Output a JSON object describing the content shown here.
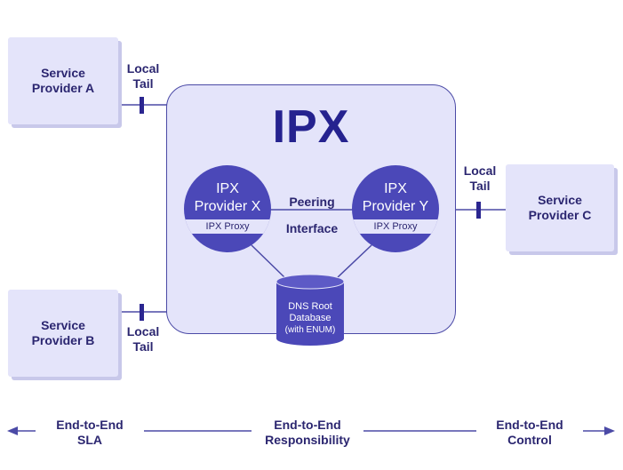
{
  "ipx_title": "IPX",
  "service_providers": {
    "a": {
      "line1": "Service",
      "line2": "Provider A"
    },
    "b": {
      "line1": "Service",
      "line2": "Provider B"
    },
    "c": {
      "line1": "Service",
      "line2": "Provider C"
    }
  },
  "local_tail": {
    "line1": "Local",
    "line2": "Tail"
  },
  "providers": {
    "x": {
      "line1": "IPX",
      "line2": "Provider X",
      "proxy": "IPX Proxy"
    },
    "y": {
      "line1": "IPX",
      "line2": "Provider Y",
      "proxy": "IPX Proxy"
    }
  },
  "peering": {
    "line1": "Peering",
    "line2": "Interface"
  },
  "dns": {
    "line1": "DNS Root",
    "line2": "Database",
    "line3": "(with ENUM)"
  },
  "bottom": {
    "left": {
      "line1": "End-to-End",
      "line2": "SLA"
    },
    "center": {
      "line1": "End-to-End",
      "line2": "Responsibility"
    },
    "right": {
      "line1": "End-to-End",
      "line2": "Control"
    }
  },
  "colors": {
    "box_fill": "#e4e4fa",
    "node_fill": "#4b48b8",
    "text": "#2b2670",
    "title": "#25228f",
    "line": "#4b4aa6"
  }
}
